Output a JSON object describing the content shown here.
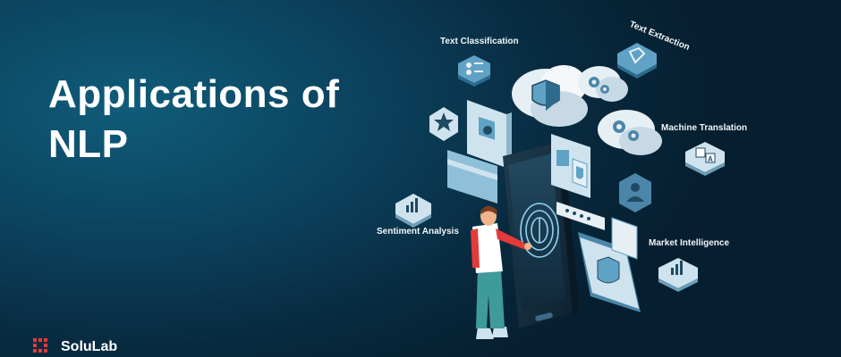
{
  "headline": {
    "line1": "Applications of",
    "line2": "NLP"
  },
  "brand": {
    "name": "SoluLab",
    "logo_text": "SOLULAB"
  },
  "labels": {
    "text_classification": "Text Classification",
    "text_extraction": "Text Extraction",
    "machine_translation": "Machine Translation",
    "sentiment_analysis": "Sentiment Analysis",
    "market_intelligence": "Market Intelligence"
  },
  "colors": {
    "background": "#0b3f5a",
    "accent_red": "#e53a3a",
    "card_blue": "#5fa2c5",
    "card_light": "#cfe3ee"
  }
}
